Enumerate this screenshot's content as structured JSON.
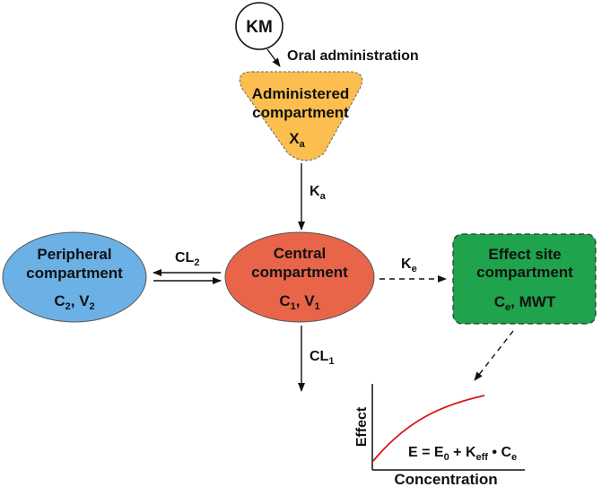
{
  "nodes": {
    "km": {
      "label": "KM"
    },
    "administered": {
      "line1": "Administered",
      "line2": "compartment",
      "param_main": "X",
      "param_sub": "a",
      "fill": "#FBBE4F"
    },
    "central": {
      "line1": "Central",
      "line2": "compartment",
      "param_a_main": "C",
      "param_a_sub": "1",
      "param_sep": ", ",
      "param_b_main": "V",
      "param_b_sub": "1",
      "fill": "#E8654A"
    },
    "peripheral": {
      "line1": "Peripheral",
      "line2": "compartment",
      "param_a_main": "C",
      "param_a_sub": "2",
      "param_sep": ", ",
      "param_b_main": "V",
      "param_b_sub": "2",
      "fill": "#6BB1E6"
    },
    "effect_site": {
      "line1": "Effect site",
      "line2": "compartment",
      "param_a_main": "C",
      "param_a_sub": "e",
      "param_sep": ", ",
      "param_b": "MWT",
      "fill": "#1FA34D"
    }
  },
  "edges": {
    "oral": {
      "label": "Oral administration"
    },
    "ka": {
      "main": "K",
      "sub": "a"
    },
    "cl2": {
      "main": "CL",
      "sub": "2"
    },
    "cl1": {
      "main": "CL",
      "sub": "1"
    },
    "ke": {
      "main": "K",
      "sub": "e"
    }
  },
  "plot": {
    "ylabel": "Effect",
    "xlabel": "Concentration",
    "curve_color": "#E01010",
    "equation": {
      "p1": "E = E",
      "s1": "0",
      "p2": " + K",
      "s2": "eff",
      "p3": " • C",
      "s3": "e"
    }
  }
}
